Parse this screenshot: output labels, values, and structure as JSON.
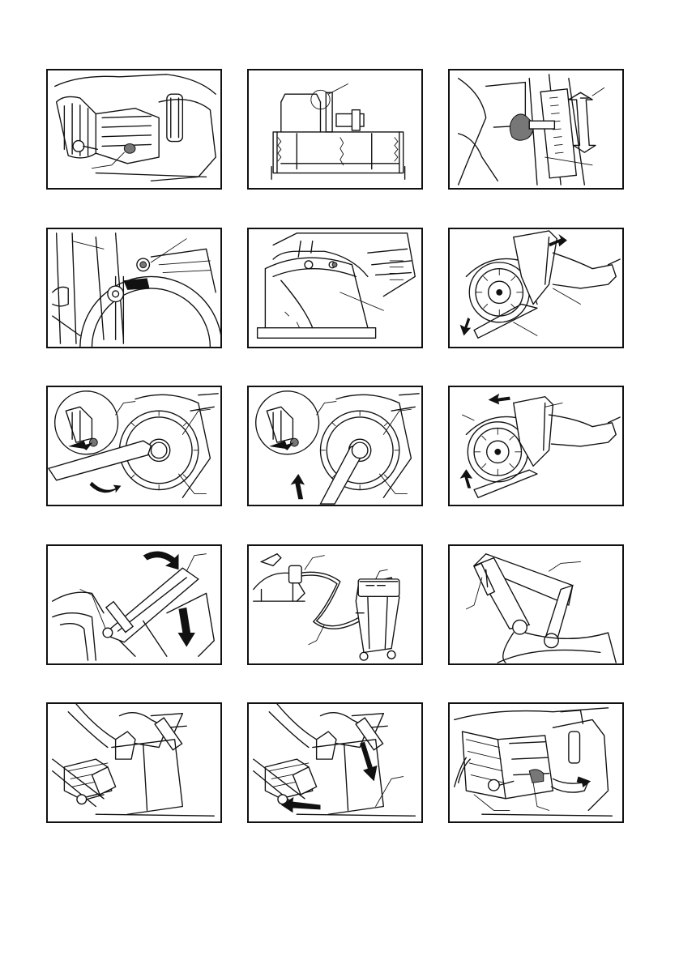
{
  "page": {
    "figures": [
      {
        "id": "fig-1",
        "subject": "switch-lock-button"
      },
      {
        "id": "fig-2",
        "subject": "base-guide-notch"
      },
      {
        "id": "fig-3",
        "subject": "depth-adjust-knob"
      },
      {
        "id": "fig-4",
        "subject": "depth-lever-and-bolt"
      },
      {
        "id": "fig-5",
        "subject": "blade-guard-screw"
      },
      {
        "id": "fig-6",
        "subject": "guard-cover-open"
      },
      {
        "id": "fig-7",
        "subject": "blade-removal-wrench"
      },
      {
        "id": "fig-8",
        "subject": "blade-install-wrench"
      },
      {
        "id": "fig-9",
        "subject": "guard-cover-close"
      },
      {
        "id": "fig-10",
        "subject": "front-handle-adjust"
      },
      {
        "id": "fig-11",
        "subject": "dust-extractor-connection"
      },
      {
        "id": "fig-12",
        "subject": "front-handle-lever"
      },
      {
        "id": "fig-13",
        "subject": "operation-grip"
      },
      {
        "id": "fig-14",
        "subject": "plunge-operation"
      },
      {
        "id": "fig-15",
        "subject": "brush-and-switch"
      }
    ],
    "colors": {
      "line": "#111111",
      "background": "#ffffff"
    }
  }
}
